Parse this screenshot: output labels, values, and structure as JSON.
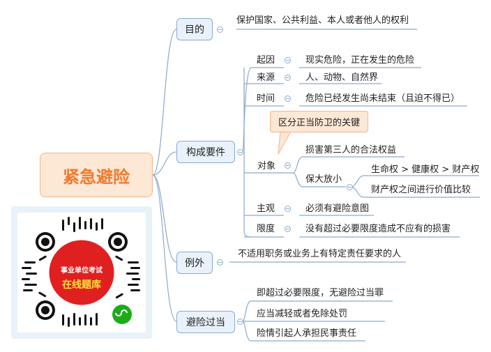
{
  "root": {
    "label": "紧急避险"
  },
  "branches": {
    "purpose": {
      "label": "目的",
      "child": "保护国家、公共利益、本人或者他人的权利"
    },
    "elements": {
      "label": "构成要件",
      "cause": {
        "label": "起因",
        "value": "现实危险，正在发生的危险"
      },
      "source": {
        "label": "来源",
        "value": "人、动物、自然界"
      },
      "time": {
        "label": "时间",
        "value": "危险已经发生尚未结束（且迫不得已）"
      },
      "callout": "区分正当防卫的关键",
      "object": {
        "label": "对象",
        "harm": "损害第三人的合法权益",
        "bigger": {
          "label": "保大放小",
          "order": "生命权 > 健康权 > 财产权",
          "property": "财产权之间进行价值比较"
        }
      },
      "subjective": {
        "label": "主观",
        "value": "必须有避险意图"
      },
      "limit": {
        "label": "限度",
        "value": "没有超过必要限度造成不应有的损害"
      }
    },
    "exception": {
      "label": "例外",
      "child": "不适用职务或业务上有特定责任要求的人"
    },
    "excess": {
      "label": "避险过当",
      "items": [
        "即超过必要限度，无避险过当罪",
        "应当减轻或者免除处罚",
        "险情引起人承担民事责任"
      ]
    }
  },
  "qr": {
    "line1": "事业单位考试",
    "line2": "在线题库"
  },
  "colors": {
    "line": "#8aa9cc",
    "root_fill": "#fde7d5",
    "root_text": "#f07a2a",
    "box_fill": "#e9f1fa",
    "badge_red": "#e02020",
    "badge_text": "#ffe23a"
  },
  "icons": [
    "collapse-icon",
    "qr-code-icon",
    "mini-program-icon"
  ]
}
